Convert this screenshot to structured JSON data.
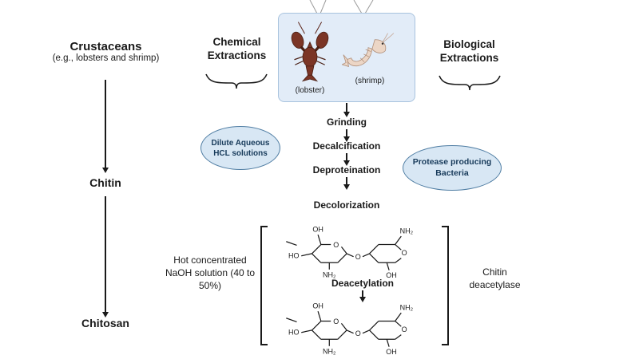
{
  "left_flow": {
    "crustaceans_title": "Crustaceans",
    "crustaceans_subtitle": "(e.g., lobsters and shrimp)",
    "chitin_label": "Chitin",
    "chitosan_label": "Chitosan"
  },
  "chemical_extraction": {
    "title": "Chemical Extractions",
    "hcl_ellipse_label": "Dilute Aqueous HCL solutions",
    "naoh_note": "Hot concentrated NaOH solution (40 to 50%)"
  },
  "biological_extraction": {
    "title": "Biological Extractions",
    "protease_ellipse_label": "Protease producing Bacteria",
    "deacetylase_note": "Chitin deacetylase"
  },
  "source_box": {
    "lobster_caption": "(lobster)",
    "shrimp_caption": "(shrimp)"
  },
  "process": {
    "steps": [
      "Grinding",
      "Decalcification",
      "Deproteination",
      "Decolorization"
    ],
    "deacetylation_label": "Deacetylation"
  },
  "chem_labels": {
    "oh": "OH",
    "ho": "HO",
    "nh2": "NH₂",
    "o": "O"
  },
  "colors": {
    "box-fill": "#e2ecf8",
    "box-border": "#a8c3de",
    "ellipse-fill": "#d8e7f4",
    "ellipse-border": "#4f7da3",
    "ellipse-text": "#173a5a",
    "ink": "#1a1a1a"
  }
}
